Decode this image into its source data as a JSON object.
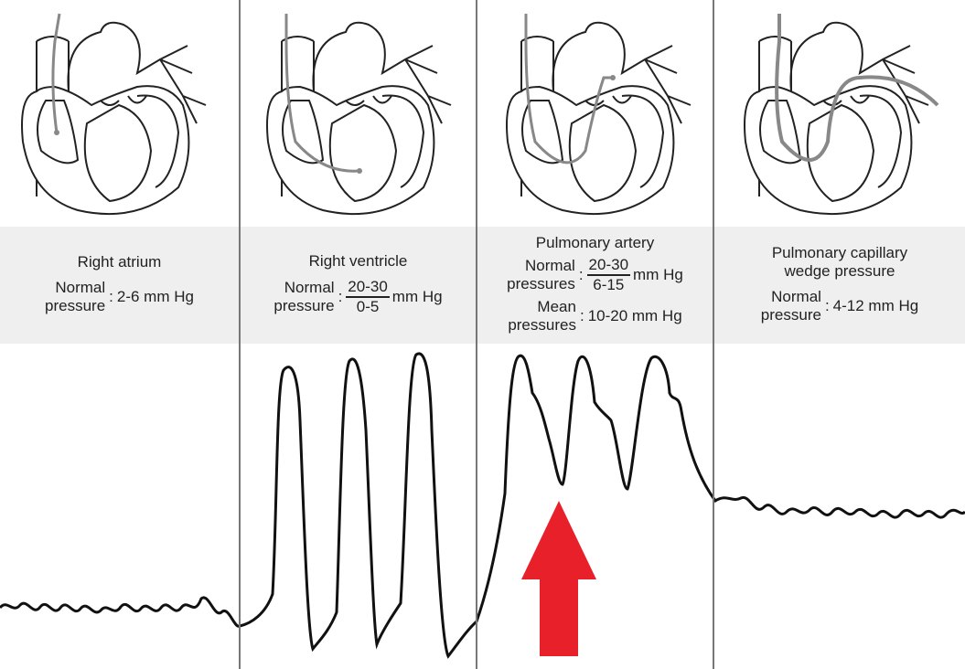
{
  "panels": [
    {
      "title": "Right atrium",
      "rows": [
        {
          "label1": "Normal",
          "label2": "pressure",
          "value": "2-6 mm Hg"
        }
      ]
    },
    {
      "title": "Right ventricle",
      "rows": [
        {
          "label1": "Normal",
          "label2": "pressure",
          "numerator": "20-30",
          "denominator": "0-5",
          "unit": "mm Hg"
        }
      ]
    },
    {
      "title": "Pulmonary artery",
      "rows": [
        {
          "label1": "Normal",
          "label2": "pressures",
          "numerator": "20-30",
          "denominator": "6-15",
          "unit": "mm Hg"
        },
        {
          "label1": "Mean",
          "label2": "pressures",
          "value": "10-20 mm Hg"
        }
      ]
    },
    {
      "title1": "Pulmonary capillary",
      "title2": "wedge pressure",
      "rows": [
        {
          "label1": "Normal",
          "label2": "pressure",
          "value": "4-12 mm Hg"
        }
      ]
    }
  ],
  "colors": {
    "band": "#efefef",
    "arrow": "#e8202a",
    "line": "#111111",
    "catheter": "#888888"
  }
}
